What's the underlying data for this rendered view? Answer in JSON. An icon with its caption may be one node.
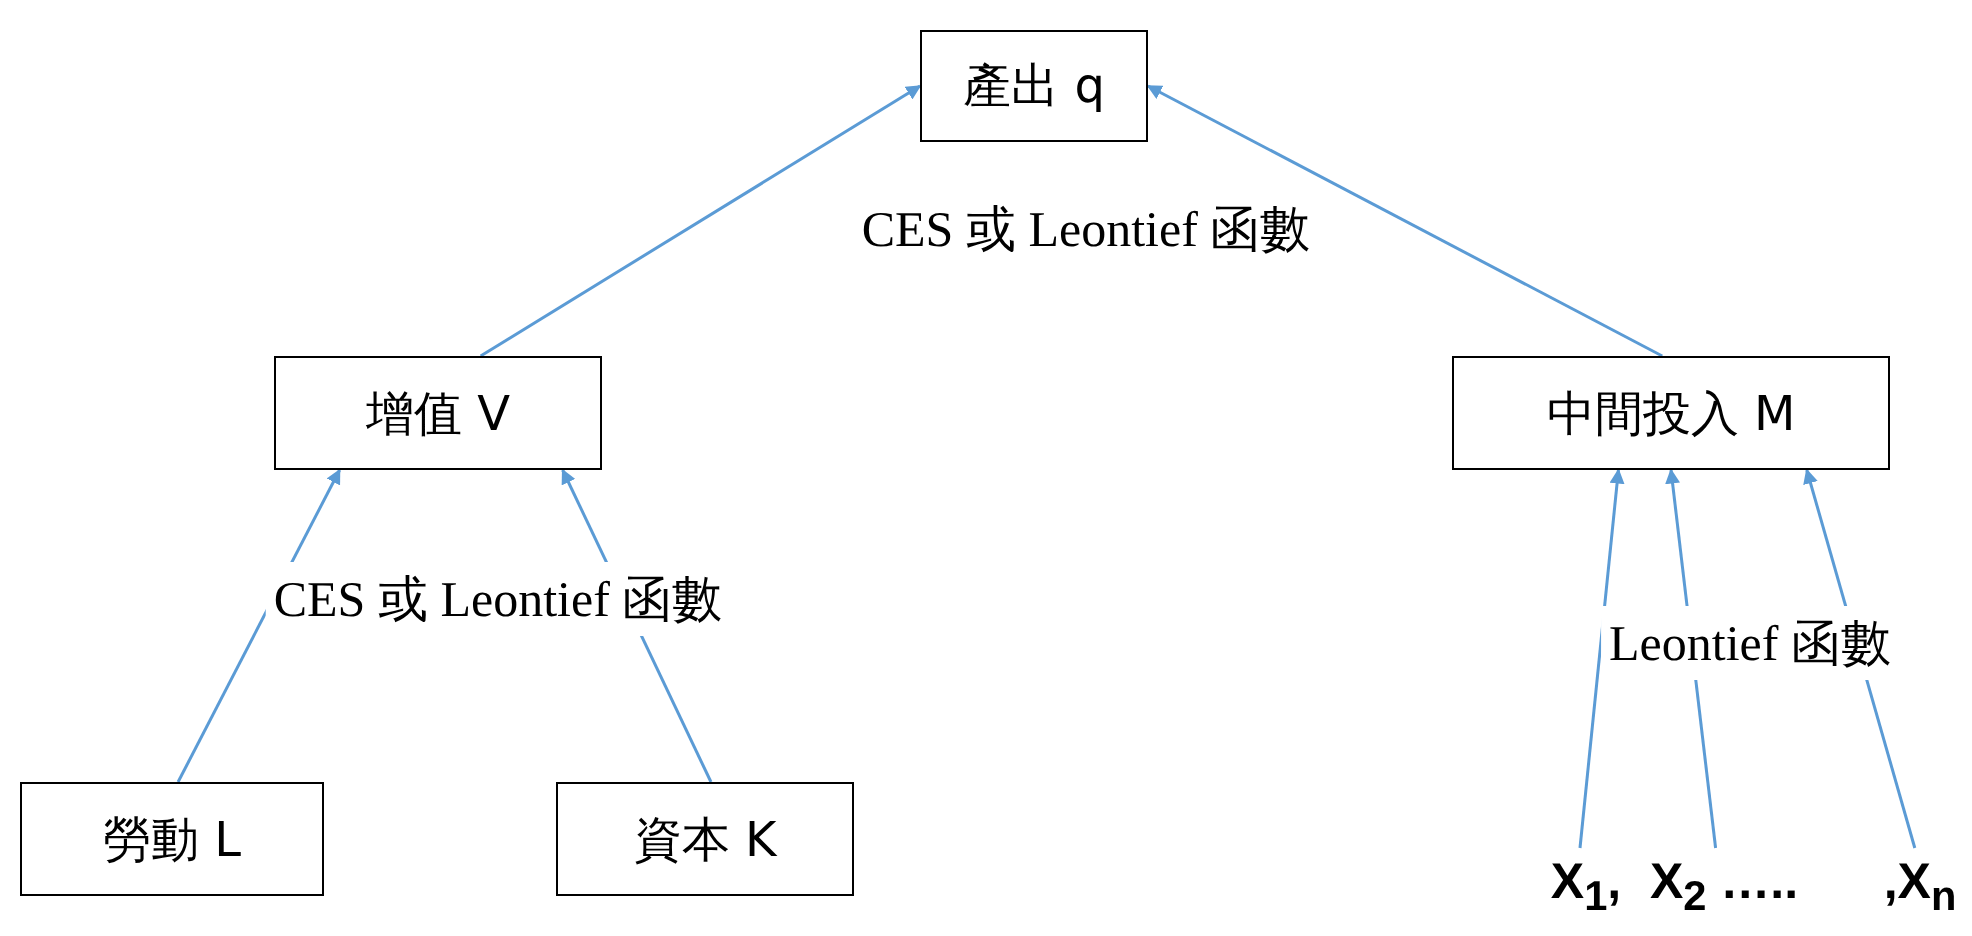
{
  "diagram": {
    "nodes": [
      {
        "text": [
          "產出 q"
        ]
      },
      {
        "text": [
          "增值 V"
        ]
      },
      {
        "text": [
          "中間投入 M"
        ]
      },
      {
        "text": [
          "勞動 L"
        ]
      },
      {
        "text": [
          "資本 K"
        ]
      },
      {
        "text": [
          "X$_{1}$,"
        ]
      },
      {
        "text": [
          "X$_{2}$ ….."
        ]
      },
      {
        "text": [
          ",X$_{n}$"
        ]
      }
    ],
    "edges": [
      {
        "from": 1,
        "to": 0,
        "arrow": "to"
      },
      {
        "from": 2,
        "to": 0,
        "arrow": "to"
      },
      {
        "from": 3,
        "to": 1,
        "arrow": "to"
      },
      {
        "from": 4,
        "to": 1,
        "arrow": "to"
      },
      {
        "from": 5,
        "to": 2,
        "arrow": "to"
      },
      {
        "from": 6,
        "to": 2,
        "arrow": "to"
      },
      {
        "from": 7,
        "to": 2,
        "arrow": "to"
      }
    ],
    "labels": [
      "CES 或 Leontief 函數",
      "CES 或 Leontief 函數",
      "Leontief 函數"
    ]
  }
}
